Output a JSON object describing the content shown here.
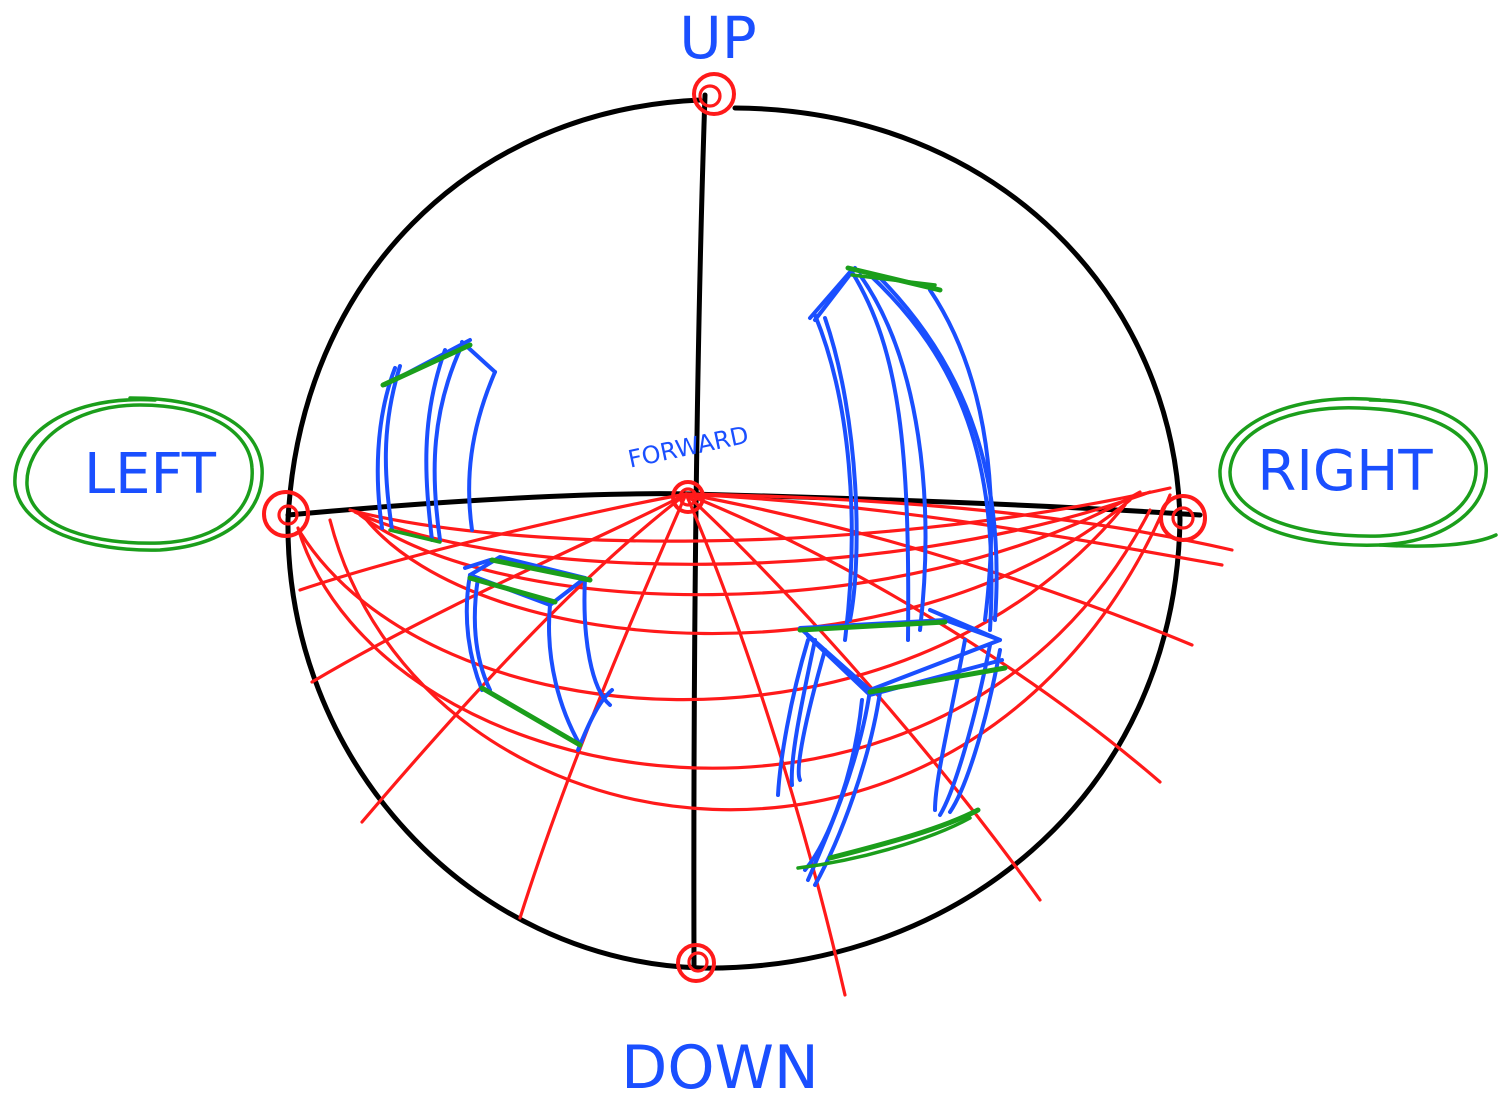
{
  "labels": {
    "up": "UP",
    "down": "DOWN",
    "left": "LEFT",
    "right": "RIGHT",
    "forward": "FORWARD"
  },
  "colors": {
    "sphere": "#000000",
    "grid": "#ff1a1a",
    "boxes": "#1a4fff",
    "edges": "#1b9e1b",
    "labels": "#1a4fff"
  }
}
